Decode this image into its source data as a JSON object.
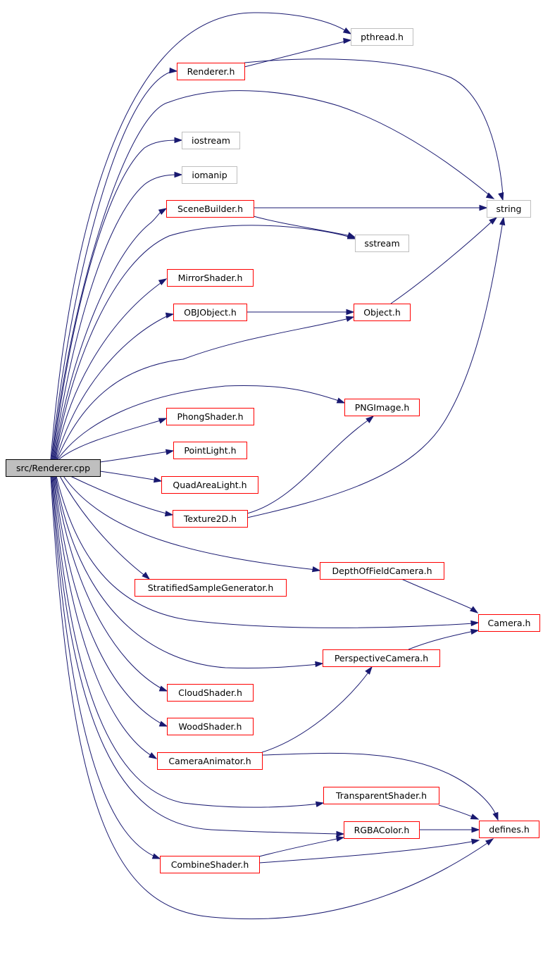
{
  "colors": {
    "edge": "#191970",
    "local_header_border": "#ff0000",
    "system_header_border": "#bfbfbf",
    "root_fill": "#bfbfbf",
    "root_border": "#000000"
  },
  "nodes": {
    "root": "src/Renderer.cpp",
    "pthread": "pthread.h",
    "renderer_h": "Renderer.h",
    "iostream": "iostream",
    "iomanip": "iomanip",
    "scenebuilder": "SceneBuilder.h",
    "string": "string",
    "sstream": "sstream",
    "mirrorshader": "MirrorShader.h",
    "objobject": "OBJObject.h",
    "object": "Object.h",
    "pngimage": "PNGImage.h",
    "phongshader": "PhongShader.h",
    "pointlight": "PointLight.h",
    "quadarealight": "QuadAreaLight.h",
    "texture2d": "Texture2D.h",
    "dofcamera": "DepthOfFieldCamera.h",
    "stratified": "StratifiedSampleGenerator.h",
    "camera": "Camera.h",
    "perspectivecamera": "PerspectiveCamera.h",
    "cloudshader": "CloudShader.h",
    "woodshader": "WoodShader.h",
    "cameraanimator": "CameraAnimator.h",
    "transparentshader": "TransparentShader.h",
    "rgbacolor": "RGBAColor.h",
    "defines": "defines.h",
    "combineshader": "CombineShader.h"
  }
}
